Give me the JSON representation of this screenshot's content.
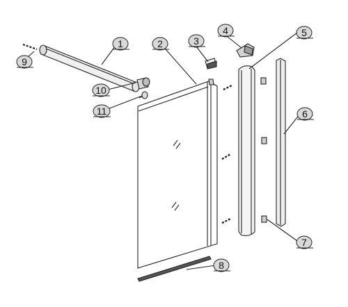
{
  "callouts": {
    "c1": "1",
    "c2": "2",
    "c3": "3",
    "c4": "4",
    "c5": "5",
    "c6": "6",
    "c7": "7",
    "c8": "8",
    "c9": "9",
    "c10": "10",
    "c11": "11"
  },
  "colors": {
    "line": "#222222",
    "part_fill": "#ececec",
    "callout_fill": "#d9d9d9"
  }
}
